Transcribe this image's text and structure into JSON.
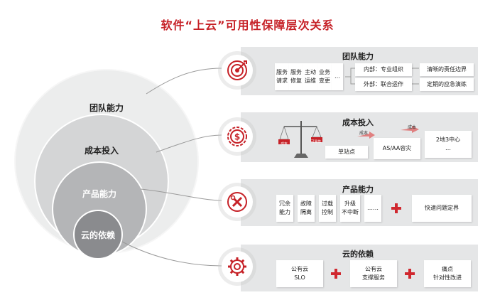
{
  "title": "软件“上云”可用性保障层次关系",
  "circles": {
    "outer": "团队能力",
    "second": "成本投入",
    "third": "产品能力",
    "inner": "云的依赖"
  },
  "team": {
    "title": "团队能力",
    "roles": [
      "服务\n请求",
      "服务\n修复",
      "主动\n运维",
      "业务\n变更",
      "…"
    ],
    "internal": "内部：专业组织",
    "external": "外部：联合运作",
    "boundary": "清晰的责任边界",
    "drill": "定期的应急演练"
  },
  "cost": {
    "title": "成本投入",
    "scale_left": "成本",
    "scale_right": "可靠性",
    "arrow1": "成本",
    "arrow2": "成本",
    "single": "单站点",
    "asaa": "AS/AA容灾",
    "multi": "2地3中心\n…"
  },
  "product": {
    "title": "产品能力",
    "items": [
      "冗余\n能力",
      "故障\n隔离",
      "过载\n控制",
      "升级\n不中断",
      "……"
    ],
    "stable": "快速问题定界"
  },
  "cloud": {
    "title": "云的依赖",
    "slo": "公有云\nSLO",
    "support": "公有云\n支撑服务",
    "pain": "痛点\n针对性改进"
  },
  "colors": {
    "accent": "#c62127",
    "panel": "#e5e6e7"
  },
  "icons": [
    "target-icon",
    "dollar-icon",
    "tools-icon",
    "gear-icon"
  ]
}
